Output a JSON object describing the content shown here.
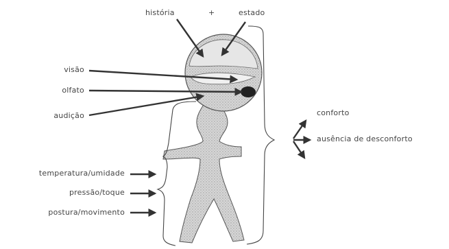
{
  "labels": {
    "historia": "história",
    "plus": "+",
    "estado": "estado",
    "visao": "visão",
    "olfato": "olfato",
    "audicao": "audição",
    "temperatura": "temperatura/umidade",
    "pressao": "pressão/toque",
    "postura": "postura/movimento",
    "conforto": "conforto",
    "ausencia": "ausência de desconforto"
  },
  "colors": {
    "ink": "#3a3a3a",
    "body_fill": "#cfcfcf",
    "head_fill": "#d8d8d8"
  }
}
